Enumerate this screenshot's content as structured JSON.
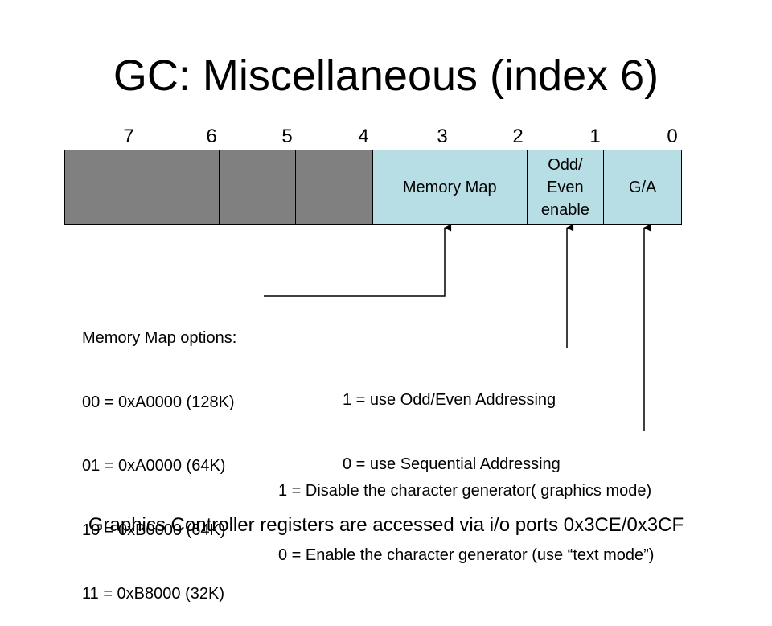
{
  "title": "GC: Miscellaneous (index 6)",
  "bit_numbers": [
    "7",
    "6",
    "5",
    "4",
    "3",
    "2",
    "1",
    "0"
  ],
  "register": {
    "fields": [
      {
        "label": "",
        "bits": 1,
        "type": "reserved"
      },
      {
        "label": "",
        "bits": 1,
        "type": "reserved"
      },
      {
        "label": "",
        "bits": 1,
        "type": "reserved"
      },
      {
        "label": "",
        "bits": 1,
        "type": "reserved"
      },
      {
        "label": "Memory Map",
        "bits": 2,
        "type": "field"
      },
      {
        "label": "Odd/\nEven\nenable",
        "bits": 1,
        "type": "field"
      },
      {
        "label": "G/A",
        "bits": 1,
        "type": "field"
      }
    ],
    "colors": {
      "reserved": "#808080",
      "field": "#b7dde5"
    }
  },
  "memory_map_options": {
    "heading": "Memory Map options:",
    "lines": [
      "00 = 0xA0000 (128K)",
      "01 = 0xA0000 (64K)",
      "10 = 0xB0000 (64K)",
      "11 = 0xB8000 (32K)"
    ]
  },
  "odd_even_notes": [
    "1 = use Odd/Even Addressing",
    "0 = use Sequential Addressing"
  ],
  "ga_notes": [
    "1 = Disable the character generator( graphics mode)",
    "0 = Enable the character generator (use “text mode”)"
  ],
  "footer": "Graphics Controller registers are accessed via i/o ports 0x3CE/0x3CF"
}
